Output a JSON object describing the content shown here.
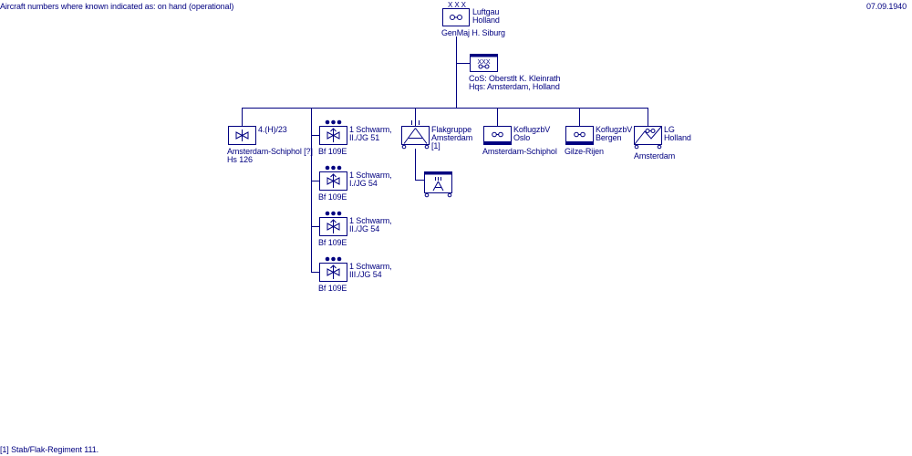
{
  "header": {
    "note": "Aircraft numbers where known indicated as: on hand (operational)",
    "date": "07.09.1940"
  },
  "colors": {
    "ink": "#000080",
    "background": "#ffffff"
  },
  "root": {
    "name_lines": [
      "Luftgau",
      "Holland"
    ],
    "commander": "GenMaj H. Siburg",
    "rank_marks": "XXX",
    "icon": "luftgau-symbol"
  },
  "staff": {
    "rank_marks": "XXX",
    "lines": [
      "CoS: Oberstlt  K. Kleinrath",
      "Hqs:  Amsterdam, Holland"
    ],
    "icon": "staff-symbol"
  },
  "units": [
    {
      "id": "aufkl",
      "name_lines": [
        "4.(H)/23"
      ],
      "location": "Amsterdam-Schiphol [?]",
      "aircraft": "Hs 126",
      "icon": "reconnaissance-symbol"
    },
    {
      "id": "jg51",
      "name_lines": [
        "1 Schwarm,",
        "II./JG 51"
      ],
      "aircraft": "Bf 109E",
      "icon": "fighter-symbol"
    },
    {
      "id": "jg54a",
      "name_lines": [
        "1 Schwarm,",
        "I./JG 54"
      ],
      "aircraft": "Bf 109E",
      "icon": "fighter-symbol"
    },
    {
      "id": "jg54b",
      "name_lines": [
        "1 Schwarm,",
        "II./JG 54"
      ],
      "aircraft": "Bf 109E",
      "icon": "fighter-symbol"
    },
    {
      "id": "jg54c",
      "name_lines": [
        "1 Schwarm,",
        "III./JG 54"
      ],
      "aircraft": "Bf 109E",
      "icon": "fighter-symbol"
    },
    {
      "id": "flak",
      "name_lines": [
        "Flakgruppe",
        "Amsterdam",
        "[1]"
      ],
      "icon": "flak-symbol",
      "sub_icon": "flak-battery-symbol"
    },
    {
      "id": "kofl-oslo",
      "name_lines": [
        "KoflugzbV",
        "Oslo"
      ],
      "location": "Amsterdam-Schiphol",
      "icon": "koflug-symbol"
    },
    {
      "id": "kofl-bergen",
      "name_lines": [
        "KoflugzbV",
        "Bergen"
      ],
      "location": "Gilze-Rijen",
      "icon": "koflug-symbol"
    },
    {
      "id": "lg",
      "name_lines": [
        "LG",
        "Holland"
      ],
      "location": "Amsterdam",
      "icon": "signals-symbol"
    }
  ],
  "footnote": "[1] Stab/Flak-Regiment 111."
}
